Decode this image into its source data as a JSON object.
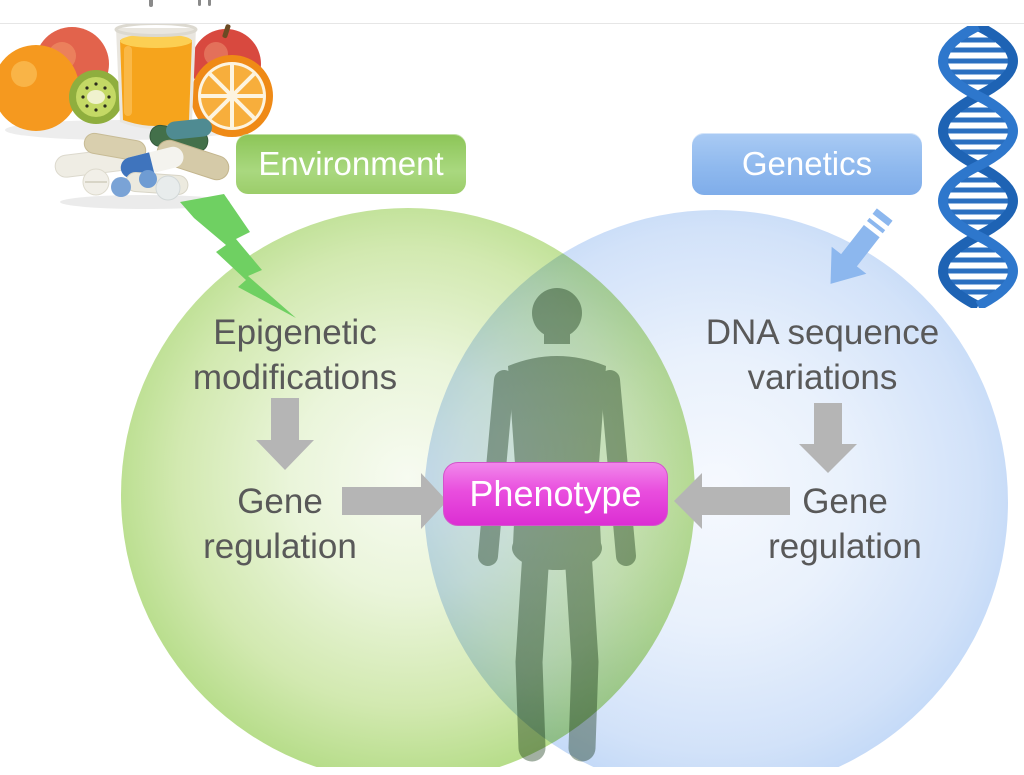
{
  "figure": {
    "title_hint": "Environment and genetics venn diagram leading to phenotype",
    "badges": {
      "environment": "Environment",
      "genetics": "Genetics",
      "phenotype": "Phenotype"
    },
    "left_branch": {
      "step1_line1": "Epigenetic",
      "step1_line2": "modifications",
      "step2_line1": "Gene",
      "step2_line2": "regulation"
    },
    "right_branch": {
      "step1_line1": "DNA sequence",
      "step1_line2": "variations",
      "step2_line1": "Gene",
      "step2_line2": "regulation"
    },
    "icons": {
      "fruits_photo": "fruits-juice-and-pills-photo",
      "lightning_arrow": "green-lightning-bolt-arrow",
      "dna_helix": "blue-dna-double-helix",
      "genetics_arrow": "blue-striped-arrow-down-left",
      "flow_arrows": "gray-block-arrows",
      "silhouette": "human-body-silhouette"
    },
    "colors": {
      "environment_green": "#8cc557",
      "genetics_blue": "#85b5ee",
      "phenotype_magenta": "#e746dc",
      "text_gray": "#595959",
      "arrow_gray": "#b5b5b5",
      "lightning_green": "#6fd062",
      "dna_blue": "#2a6cc0",
      "venn_green_edge": "#87c24e",
      "venn_blue_edge": "#9dc3f1"
    }
  }
}
